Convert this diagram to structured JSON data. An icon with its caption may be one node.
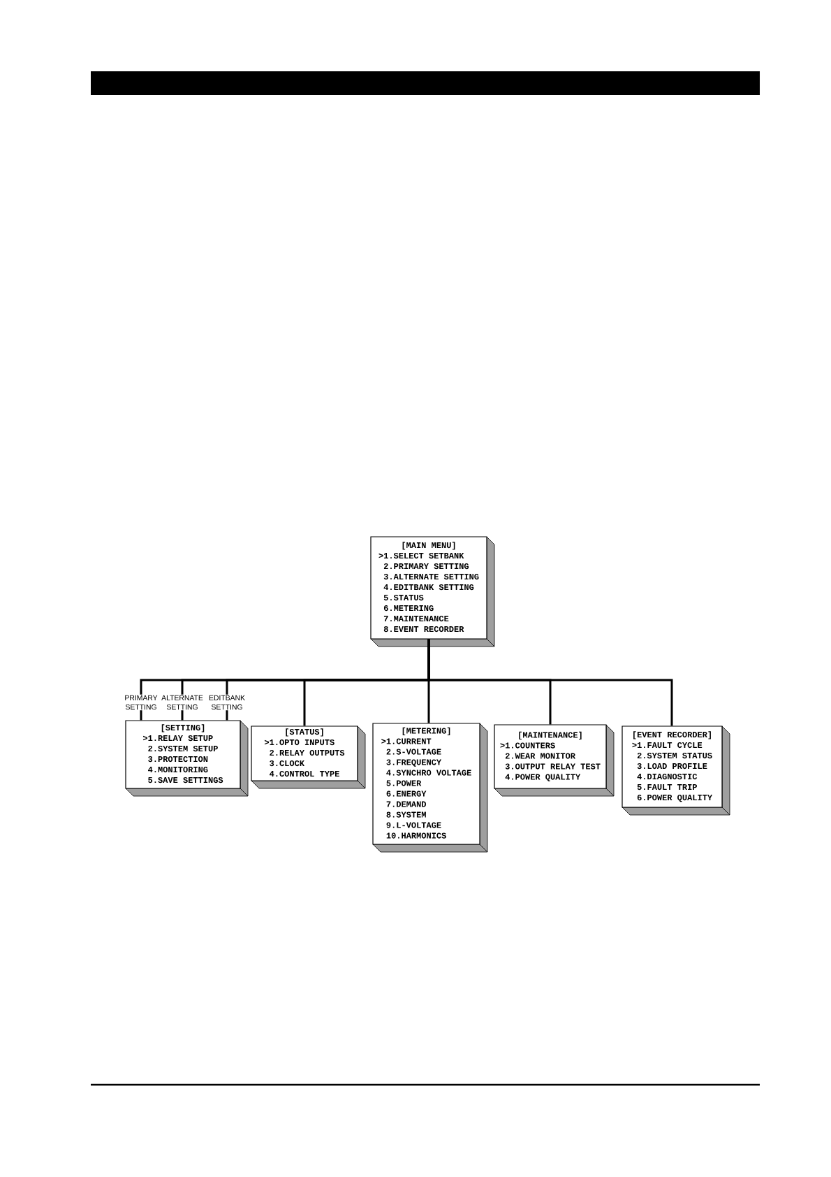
{
  "diagram": {
    "nodes": [
      {
        "text": [
          "[MAIN MENU]",
          ">1.SELECT SETBANK",
          "2.PRIMARY SETTING",
          "3.ALTERNATE SETTING",
          "4.EDITBANK SETTING",
          "5.STATUS",
          "6.METERING",
          "7.MAINTENANCE",
          "8.EVENT RECORDER"
        ]
      },
      {
        "text": [
          "[SETTING]",
          ">1.RELAY SETUP",
          "2.SYSTEM SETUP",
          "3.PROTECTION",
          "4.MONITORING",
          "5.SAVE SETTINGS"
        ]
      },
      {
        "text": [
          "[STATUS]",
          ">1.OPTO INPUTS",
          "2.RELAY OUTPUTS",
          "3.CLOCK",
          "4.CONTROL TYPE"
        ]
      },
      {
        "text": [
          "[METERING]",
          ">1.CURRENT",
          "2.S-VOLTAGE",
          "3.FREQUENCY",
          "4.SYNCHRO VOLTAGE",
          "5.POWER",
          "6.ENERGY",
          "7.DEMAND",
          "8.SYSTEM",
          "9.L-VOLTAGE",
          "10.HARMONICS"
        ]
      },
      {
        "text": [
          "[MAINTENANCE]",
          ">1.COUNTERS",
          "2.WEAR MONITOR",
          "3.OUTPUT RELAY TEST",
          "4.POWER QUALITY"
        ]
      },
      {
        "text": [
          "[EVENT RECORDER]",
          ">1.FAULT CYCLE",
          "2.SYSTEM STATUS",
          "3.LOAD PROFILE",
          "4.DIAGNOSTIC",
          "5.FAULT TRIP",
          "6.POWER QUALITY"
        ]
      }
    ],
    "edges": [
      {
        "from": 0,
        "to": 1,
        "arrow": "none",
        "label": "PRIMARY SETTING"
      },
      {
        "from": 0,
        "to": 1,
        "arrow": "none",
        "label": "ALTERNATE SETTING"
      },
      {
        "from": 0,
        "to": 1,
        "arrow": "none",
        "label": "EDITBANK SETTING"
      },
      {
        "from": 0,
        "to": 2,
        "arrow": "none"
      },
      {
        "from": 0,
        "to": 3,
        "arrow": "none"
      },
      {
        "from": 0,
        "to": 4,
        "arrow": "none"
      },
      {
        "from": 0,
        "to": 5,
        "arrow": "none"
      }
    ]
  }
}
